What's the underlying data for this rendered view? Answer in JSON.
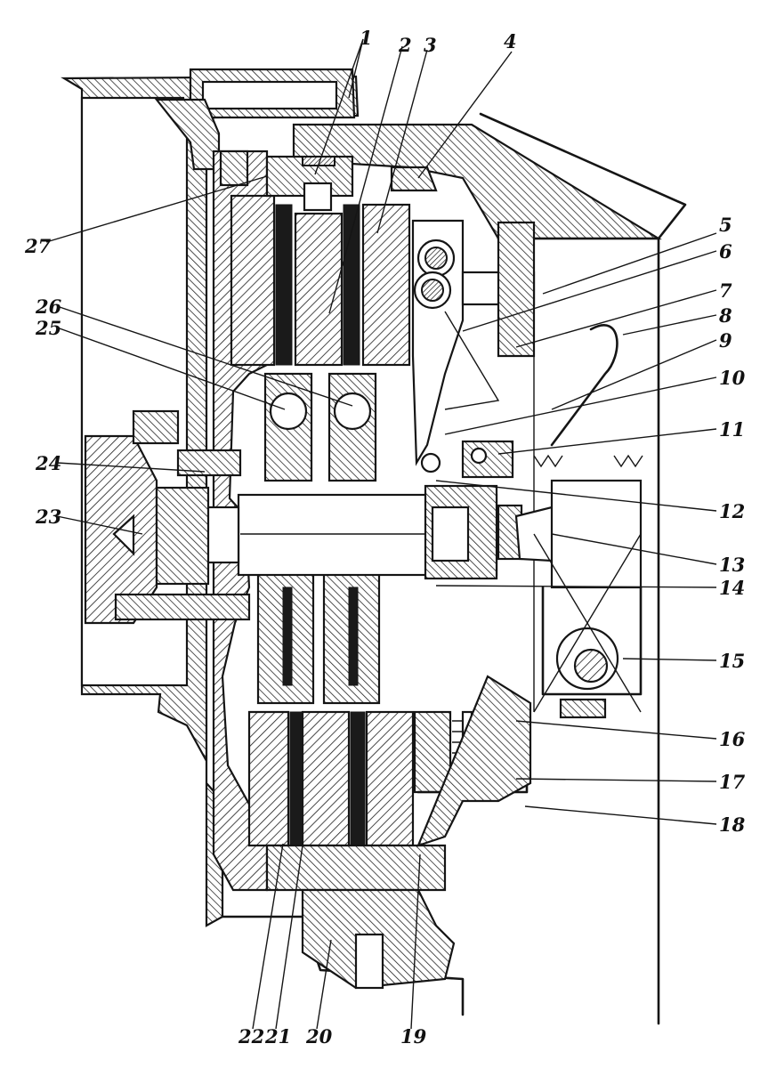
{
  "figure": {
    "callouts": [
      {
        "id": "callout-1",
        "label": "1"
      },
      {
        "id": "callout-2",
        "label": "2"
      },
      {
        "id": "callout-3",
        "label": "3"
      },
      {
        "id": "callout-4",
        "label": "4"
      },
      {
        "id": "callout-5",
        "label": "5"
      },
      {
        "id": "callout-6",
        "label": "6"
      },
      {
        "id": "callout-7",
        "label": "7"
      },
      {
        "id": "callout-8",
        "label": "8"
      },
      {
        "id": "callout-9",
        "label": "9"
      },
      {
        "id": "callout-10",
        "label": "10"
      },
      {
        "id": "callout-11",
        "label": "11"
      },
      {
        "id": "callout-12",
        "label": "12"
      },
      {
        "id": "callout-13",
        "label": "13"
      },
      {
        "id": "callout-14",
        "label": "14"
      },
      {
        "id": "callout-15",
        "label": "15"
      },
      {
        "id": "callout-16",
        "label": "16"
      },
      {
        "id": "callout-17",
        "label": "17"
      },
      {
        "id": "callout-18",
        "label": "18"
      },
      {
        "id": "callout-19",
        "label": "19"
      },
      {
        "id": "callout-20",
        "label": "20"
      },
      {
        "id": "callout-21",
        "label": "21"
      },
      {
        "id": "callout-22",
        "label": "22"
      },
      {
        "id": "callout-23",
        "label": "23"
      },
      {
        "id": "callout-24",
        "label": "24"
      },
      {
        "id": "callout-25",
        "label": "25"
      },
      {
        "id": "callout-26",
        "label": "26"
      },
      {
        "id": "callout-27",
        "label": "27"
      }
    ]
  }
}
